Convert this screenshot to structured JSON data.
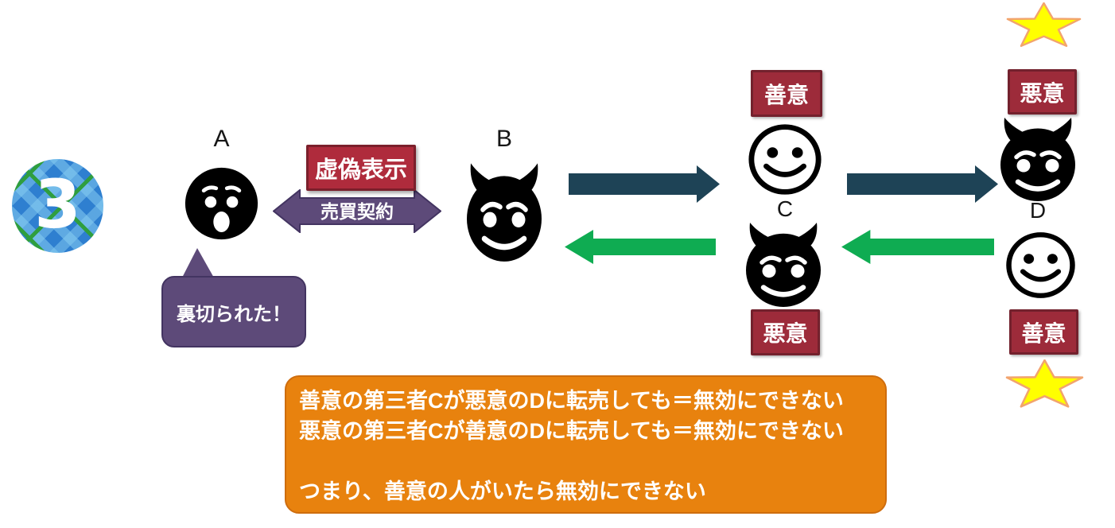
{
  "colors": {
    "red-badge": "#9D2B3A",
    "red-badge-border": "#73212D",
    "red-box": "#AF2B3C",
    "red-box-border": "#7B1F2B",
    "purple": "#5D4A79",
    "purple-border": "#433461",
    "teal-arrow": "#1E4356",
    "green-arrow": "#0FAC52",
    "orange-fill": "#E8820E",
    "orange-border": "#CE6D0E",
    "star-fill": "#FFFF00",
    "star-border": "#F2A46E",
    "badge3-blue": "#2E7FD0",
    "badge3-green": "#2F9E3F",
    "face-black": "#000000"
  },
  "step_badge": {
    "number": "3"
  },
  "actors": {
    "a": {
      "label": "A"
    },
    "b": {
      "label": "B"
    },
    "c": {
      "label": "C",
      "top_badge": "善意",
      "bottom_badge": "悪意"
    },
    "d": {
      "label": "D",
      "top_badge": "悪意",
      "bottom_badge": "善意"
    }
  },
  "contract": {
    "title": "虚偽表示",
    "arrow_label": "売買契約"
  },
  "speech_bubble": {
    "text": "裏切られた！"
  },
  "summary": {
    "lines": [
      "善意の第三者Cが悪意のDに転売しても＝無効にできない",
      "悪意の第三者Cが善意のDに転売しても＝無効にできない",
      "",
      "つまり、善意の人がいたら無効にできない"
    ]
  }
}
